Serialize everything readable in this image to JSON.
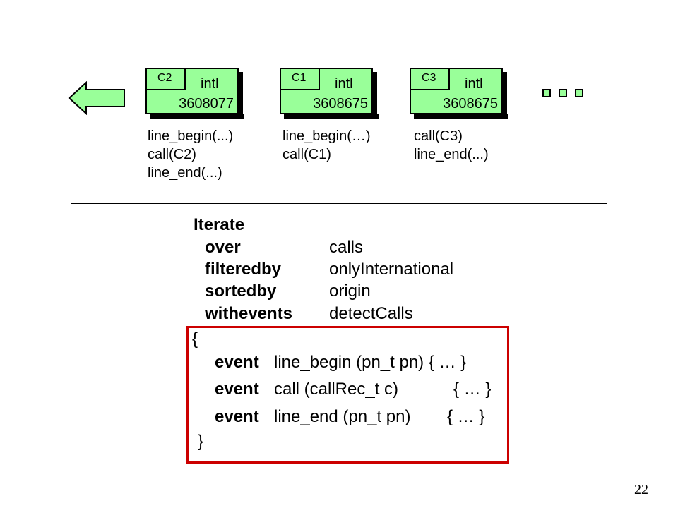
{
  "records": [
    {
      "tag": "C2",
      "type": "intl",
      "value": "3608077"
    },
    {
      "tag": "C1",
      "type": "intl",
      "value": "3608675"
    },
    {
      "tag": "C3",
      "type": "intl",
      "value": "3608675"
    }
  ],
  "call_sequences": [
    [
      "line_begin(...)",
      "call(C2)",
      "line_end(...)"
    ],
    [
      "line_begin(…)",
      "call(C1)"
    ],
    [
      "call(C3)",
      "line_end(...)"
    ]
  ],
  "iterate": {
    "keyword": "Iterate",
    "clauses": [
      {
        "keyword": "over",
        "value": "calls"
      },
      {
        "keyword": "filteredby",
        "value": "onlyInternational"
      },
      {
        "keyword": "sortedby",
        "value": "origin"
      },
      {
        "keyword": "withevents",
        "value": "detectCalls"
      }
    ],
    "open_brace": "{",
    "events": [
      {
        "keyword": "event",
        "signature": "line_begin (pn_t pn) { … }"
      },
      {
        "keyword": "event",
        "signature": "call (callRec_t c)",
        "body": "{ … }"
      },
      {
        "keyword": "event",
        "signature": "line_end (pn_t pn)",
        "body": "{ … }"
      }
    ],
    "close_brace": "}"
  },
  "page_number": "22",
  "colors": {
    "record_fill": "#99ff99",
    "event_box_border": "#cc0000"
  }
}
